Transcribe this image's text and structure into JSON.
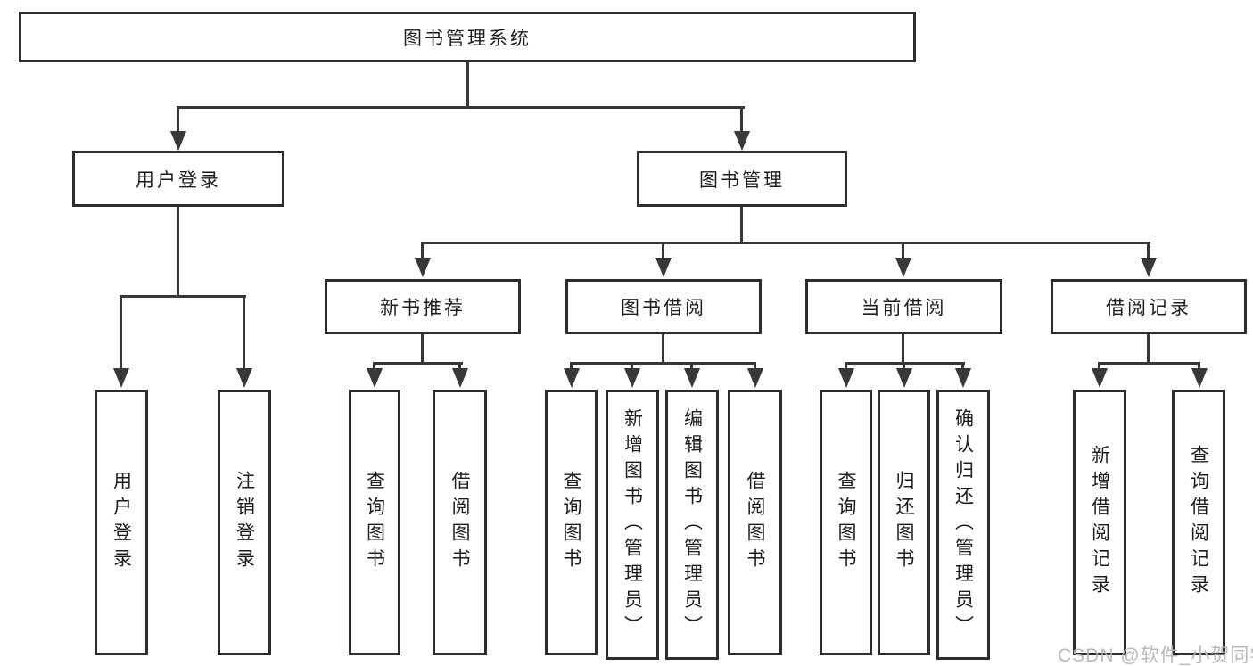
{
  "diagram": {
    "root": {
      "label": "图书管理系统"
    },
    "level1": [
      {
        "label": "用户登录"
      },
      {
        "label": "图书管理"
      }
    ],
    "level2": [
      {
        "label": "新书推荐"
      },
      {
        "label": "图书借阅"
      },
      {
        "label": "当前借阅"
      },
      {
        "label": "借阅记录"
      }
    ],
    "leaves": [
      {
        "label": "用户登录"
      },
      {
        "label": "注销登录"
      },
      {
        "label": "查询图书"
      },
      {
        "label": "借阅图书"
      },
      {
        "label": "查询图书"
      },
      {
        "label": "新增图书（管理员）"
      },
      {
        "label": "编辑图书（管理员）"
      },
      {
        "label": "借阅图书"
      },
      {
        "label": "查询图书"
      },
      {
        "label": "归还图书"
      },
      {
        "label": "确认归还（管理员）"
      },
      {
        "label": "新增借阅记录"
      },
      {
        "label": "查询借阅记录"
      }
    ]
  },
  "watermark": {
    "text": "CSDN @软件_小贺同学",
    "color": "#b9b9b9"
  },
  "colors": {
    "line": "#383838",
    "box_border": "#2d2d2d",
    "text": "#1c1c1c",
    "background": "#ffffff"
  }
}
